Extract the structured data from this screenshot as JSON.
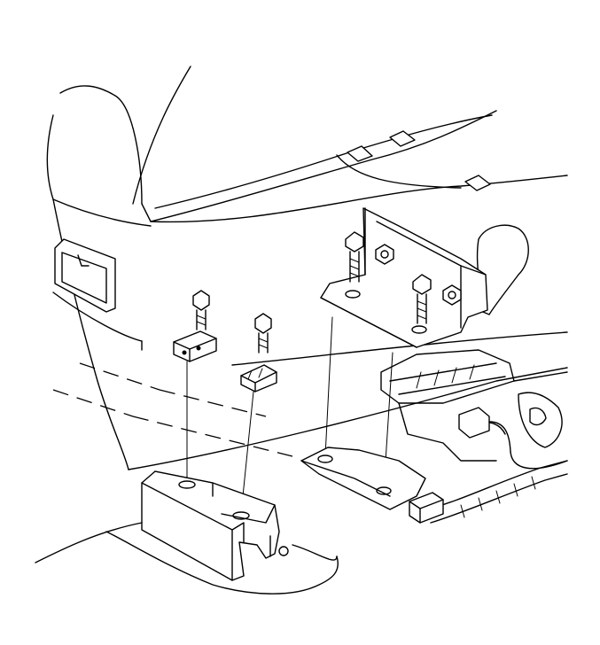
{
  "figure": {
    "kind": "exploded-view line illustration",
    "colors": {
      "line": "#000000",
      "background": "#ffffff"
    },
    "parts": [
      {
        "id": "seat-front-left-bolt"
      },
      {
        "id": "seat-front-left-spacer"
      },
      {
        "id": "seat-front-right-bolt"
      },
      {
        "id": "seat-front-right-spacer"
      },
      {
        "id": "seat-rear-bracket"
      },
      {
        "id": "seat-rear-bracket-bolt-left"
      },
      {
        "id": "seat-rear-bracket-bolt-right"
      },
      {
        "id": "seat-front-riser"
      },
      {
        "id": "floor-rear-mounting-plate"
      },
      {
        "id": "seat-wiring-harness-connector"
      }
    ]
  }
}
